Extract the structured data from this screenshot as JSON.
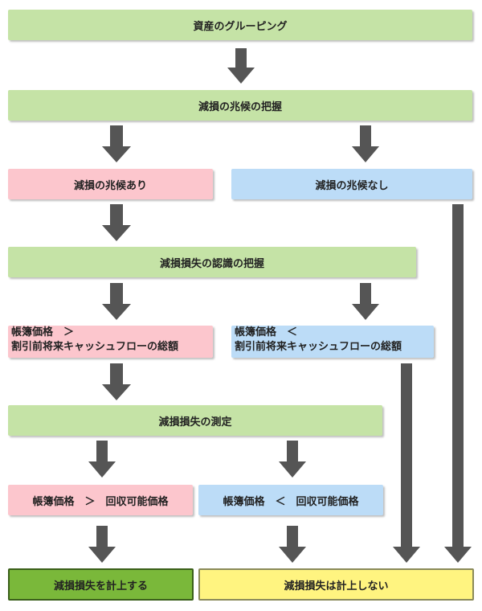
{
  "nodes": {
    "grouping": "資産のグルーピング",
    "impairment_indicator_check": "減損の兆候の把握",
    "indicator_yes": "減損の兆候あり",
    "indicator_no": "減損の兆候なし",
    "loss_recognition_check": "減損損失の認識の把握",
    "book_gt_cf_line1": "帳簿価格　＞",
    "book_gt_cf_line2": "割引前将来キャッシュフローの総額",
    "book_lt_cf_line1": "帳簿価格　＜",
    "book_lt_cf_line2": "割引前将来キャッシュフローの総額",
    "loss_measurement": "減損損失の測定",
    "book_gt_recoverable": "帳簿価格　＞　回収可能価格",
    "book_lt_recoverable": "帳簿価格　＜　回収可能価格",
    "recognize_loss": "減損損失を計上する",
    "no_loss": "減損損失は計上しない"
  },
  "colors": {
    "green": "#c5e3a6",
    "pink": "#fcc6cd",
    "blue": "#bcdcf7",
    "dark_green": "#7ab83a",
    "yellow": "#fff480",
    "arrow": "#555555"
  }
}
